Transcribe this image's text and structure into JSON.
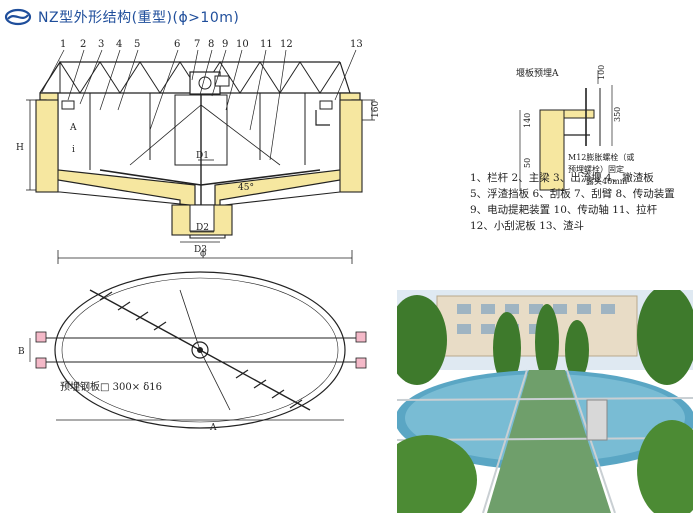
{
  "header": {
    "title": "NZ型外形结构(重型)(ϕ>10m)",
    "logo_icon": "swirl-logo-icon",
    "brand_color": "#1f4e9b"
  },
  "section_drawing": {
    "part_numbers": [
      "1",
      "2",
      "3",
      "4",
      "5",
      "6",
      "7",
      "8",
      "9",
      "10",
      "11",
      "12",
      "13"
    ],
    "label_A": "A",
    "label_i": "i",
    "label_D1": "D1",
    "label_D2": "D2",
    "label_D3": "D3",
    "label_phi": "ϕ",
    "label_H": "H",
    "label_160": "160",
    "label_45": "45°"
  },
  "weir_detail": {
    "title": "堰板预埋A",
    "dim_100": "100",
    "dim_350": "350",
    "dim_140": "140",
    "dim_50": "50",
    "bolt_note_1": "M12膨胀螺栓（或",
    "bolt_note_2": "预埋螺栓）固定",
    "bolt_note_3": "露头40mm"
  },
  "legend": {
    "lines": [
      "1、栏杆 2、主梁  3、出流堰 4、撇渣板",
      "5、浮渣挡板 6、刮板 7、刮臂 8、传动装置",
      "9、电动提耙装置 10、传动轴 11、拉杆",
      "12、小刮泥板 13、渣斗"
    ]
  },
  "plan_drawing": {
    "label_B": "B",
    "label_A": "A",
    "plate_note": "预埋钢板□ 300× δ16"
  },
  "colors": {
    "concrete": "#f6e7a0",
    "line": "#222222",
    "water": "#5aa6c4",
    "sky": "#dfe9f2"
  }
}
